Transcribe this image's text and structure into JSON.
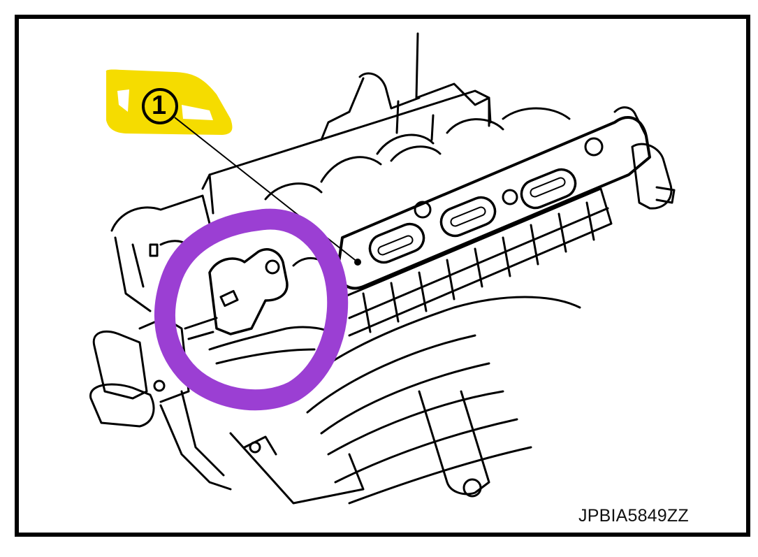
{
  "diagram": {
    "subject": "intake-manifold-assembly",
    "caption_code": "JPBIA5849ZZ",
    "callouts": [
      {
        "number": "1",
        "label": "1"
      }
    ],
    "annotations": {
      "highlight_color": "#f5dc00",
      "circle_color": "#9b3fd3",
      "frame_color": "#000000"
    }
  }
}
